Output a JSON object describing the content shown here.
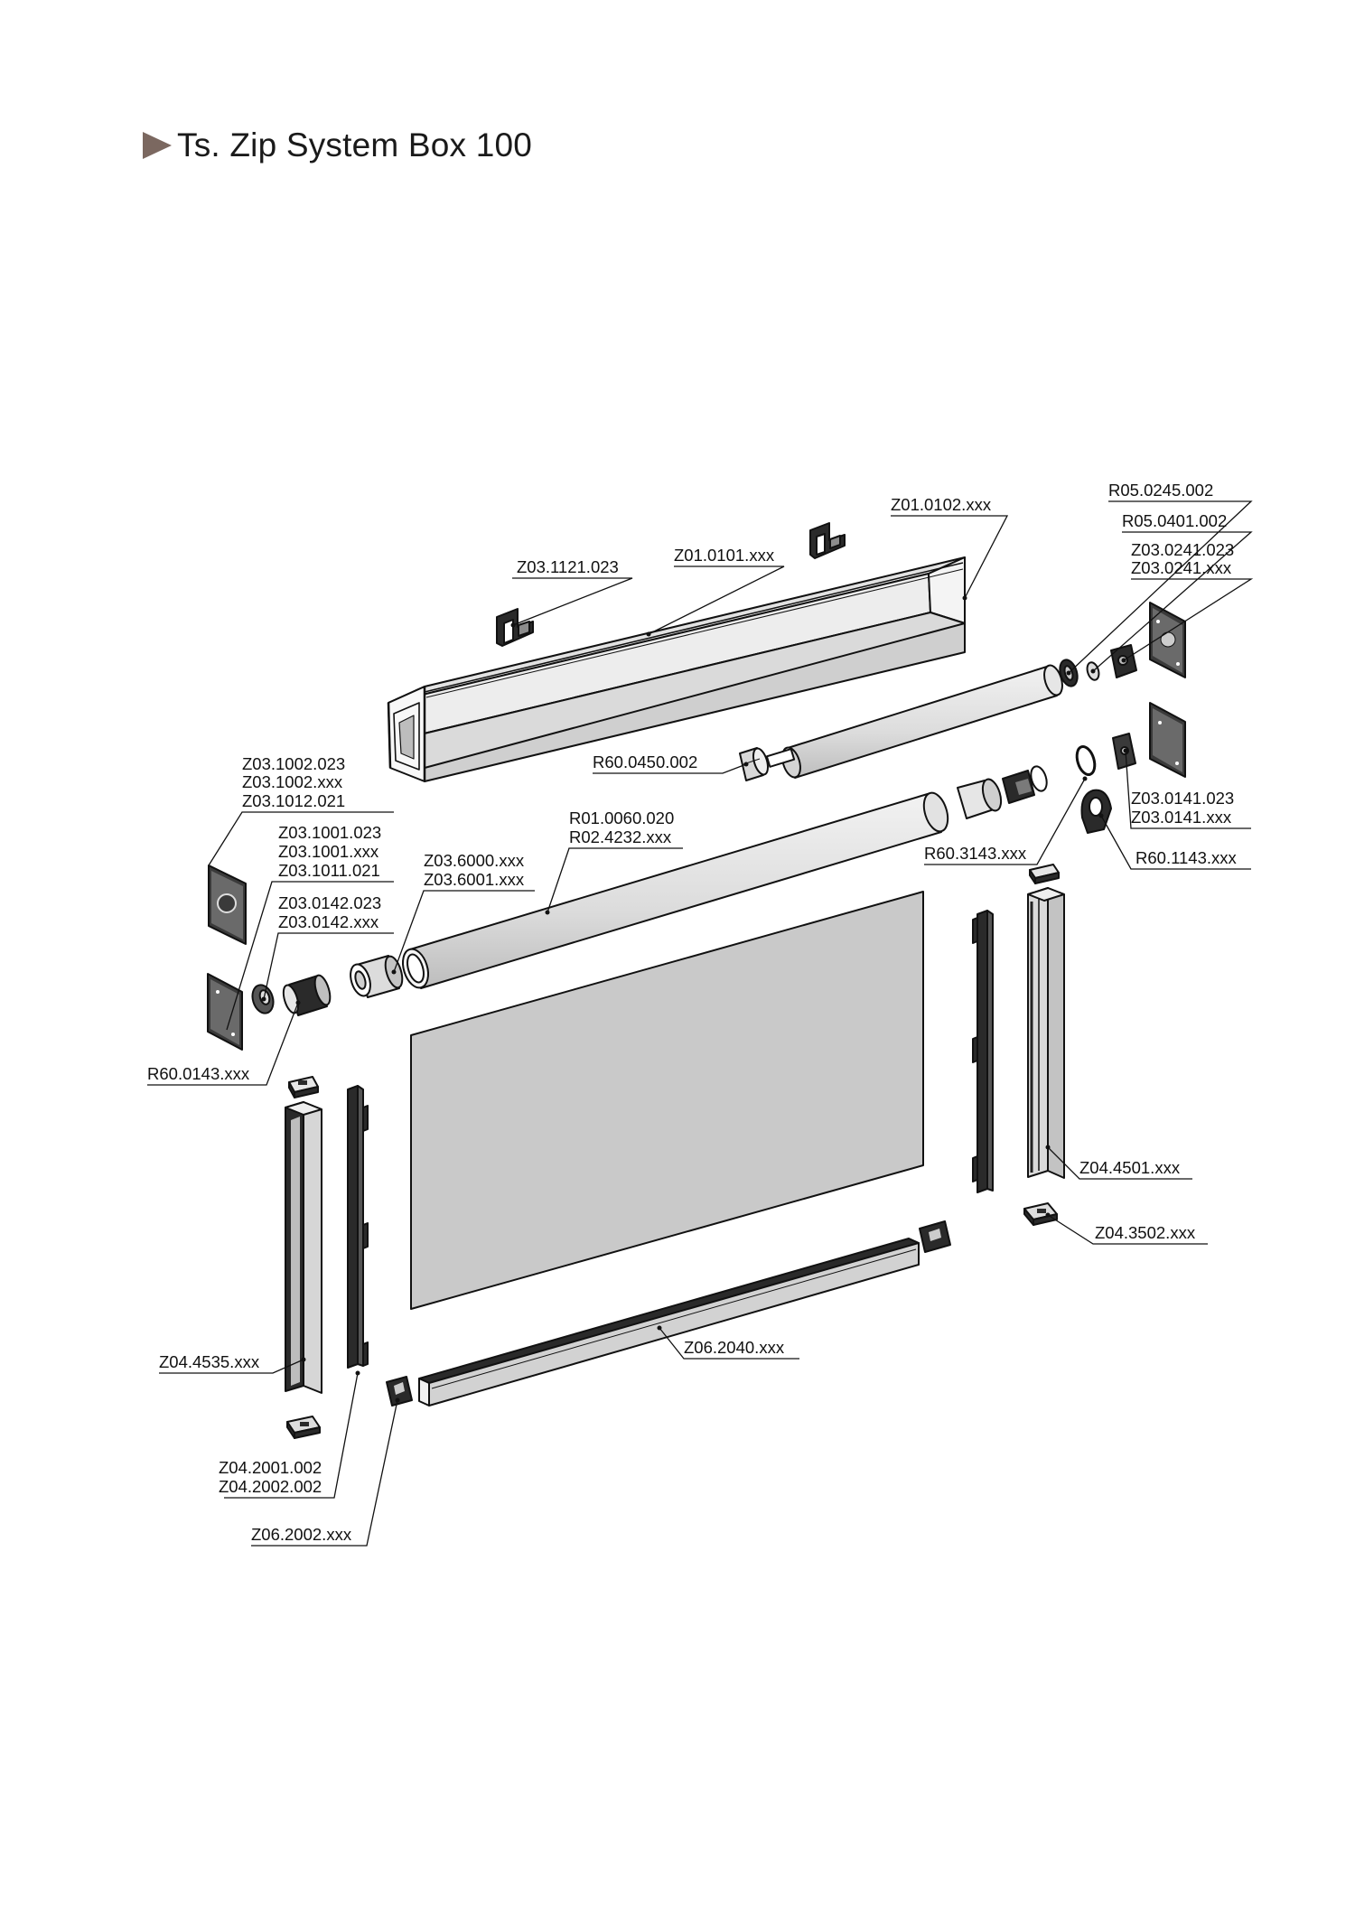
{
  "header": {
    "title": "Ts. Zip System Box 100",
    "accent_color": "#7b6860"
  },
  "labels": {
    "z01_0102": "Z01.0102.xxx",
    "z01_0101": "Z01.0101.xxx",
    "z03_1121": "Z03.1121.023",
    "r05_0245": "R05.0245.002",
    "r05_0401": "R05.0401.002",
    "z03_0241_a": "Z03.0241.023",
    "z03_0241_b": "Z03.0241.xxx",
    "r60_0450": "R60.0450.002",
    "z03_1002_a": "Z03.1002.023",
    "z03_1002_b": "Z03.1002.xxx",
    "z03_1012": "Z03.1012.021",
    "z03_1001_a": "Z03.1001.023",
    "z03_1001_b": "Z03.1001.xxx",
    "z03_1011": "Z03.1011.021",
    "z03_0142_a": "Z03.0142.023",
    "z03_0142_b": "Z03.0142.xxx",
    "z03_6000": "Z03.6000.xxx",
    "z03_6001": "Z03.6001.xxx",
    "r01_0060": "R01.0060.020",
    "r02_4232": "R02.4232.xxx",
    "z03_0141_a": "Z03.0141.023",
    "z03_0141_b": "Z03.0141.xxx",
    "r60_3143": "R60.3143.xxx",
    "r60_1143": "R60.1143.xxx",
    "r60_0143": "R60.0143.xxx",
    "z04_4501": "Z04.4501.xxx",
    "z04_3502": "Z04.3502.xxx",
    "z04_4535": "Z04.4535.xxx",
    "z06_2040": "Z06.2040.xxx",
    "z04_2001": "Z04.2001.002",
    "z04_2002": "Z04.2002.002",
    "z06_2002": "Z06.2002.xxx"
  }
}
